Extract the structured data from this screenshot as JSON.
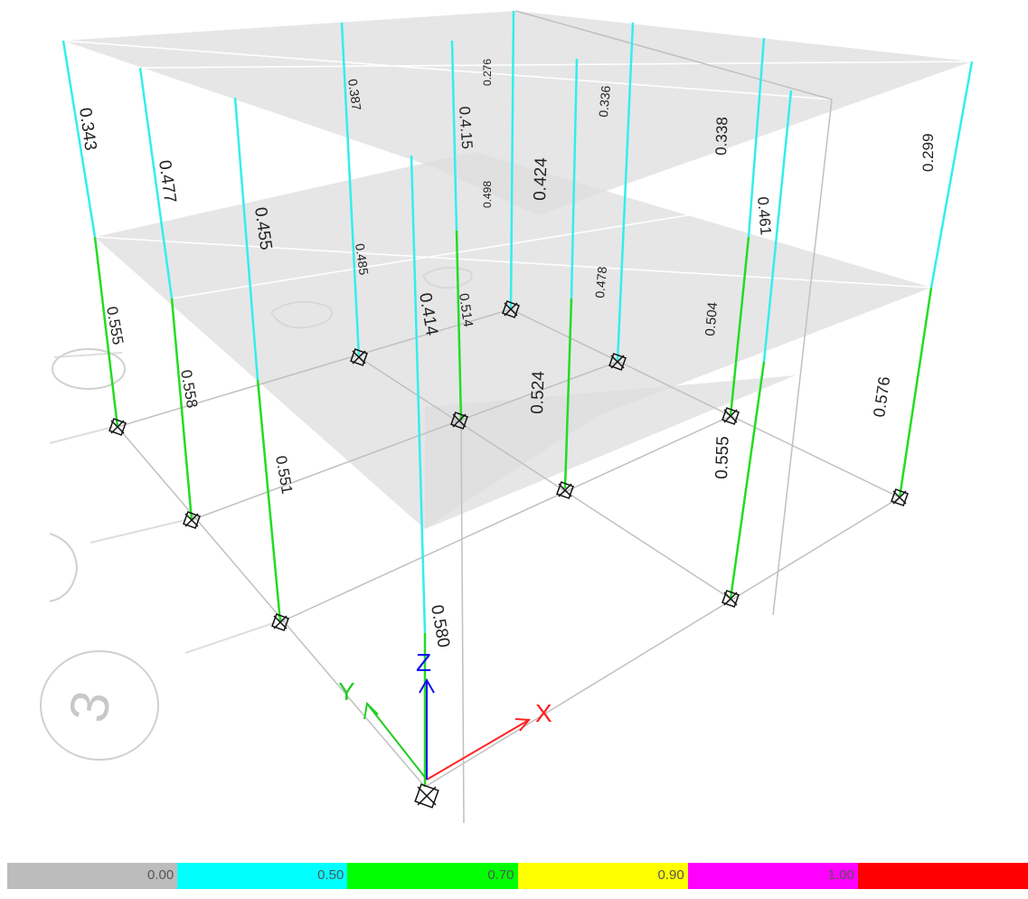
{
  "viewport": {
    "columns": [
      {
        "id": "c1",
        "upper_ratio": "0.343",
        "lower_ratio": "0.555"
      },
      {
        "id": "c2",
        "upper_ratio": "0.477",
        "lower_ratio": "0.558"
      },
      {
        "id": "c3",
        "upper_ratio": "0.455",
        "lower_ratio": "0.551"
      },
      {
        "id": "c4",
        "upper_ratio": "0.387",
        "lower_ratio": "0.485"
      },
      {
        "id": "c5",
        "upper_ratio": "0.4.15",
        "lower_ratio": "0.514"
      },
      {
        "id": "c6",
        "upper_ratio": "0.276",
        "lower_ratio": "0.498"
      },
      {
        "id": "c7",
        "upper_ratio": "",
        "lower_ratio": "0.414"
      },
      {
        "id": "c8",
        "upper_ratio": "0.424",
        "lower_ratio": "0.524"
      },
      {
        "id": "c9",
        "upper_ratio": "0.336",
        "lower_ratio": "0.478"
      },
      {
        "id": "c10",
        "upper_ratio": "0.338",
        "lower_ratio": "0.504"
      },
      {
        "id": "c11",
        "upper_ratio": "0.461",
        "lower_ratio": "0.555"
      },
      {
        "id": "c12",
        "upper_ratio": "0.299",
        "lower_ratio": "0.576"
      },
      {
        "id": "c13",
        "upper_ratio": "",
        "lower_ratio": "0.580"
      }
    ],
    "grid_bubble_label": "3",
    "axes": {
      "x_label": "X",
      "y_label": "Y",
      "z_label": "Z",
      "x_color": "#ff0000",
      "y_color": "#00cc00",
      "z_color": "#0000ff"
    }
  },
  "legend": {
    "segments": [
      {
        "color": "#bcbcbc",
        "label": "0.00"
      },
      {
        "color": "#00ffff",
        "label": "0.50"
      },
      {
        "color": "#00ff00",
        "label": "0.70"
      },
      {
        "color": "#ffff00",
        "label": "0.90"
      },
      {
        "color": "#ff00ff",
        "label": "1.00"
      },
      {
        "color": "#ff0000",
        "label": ""
      }
    ]
  }
}
